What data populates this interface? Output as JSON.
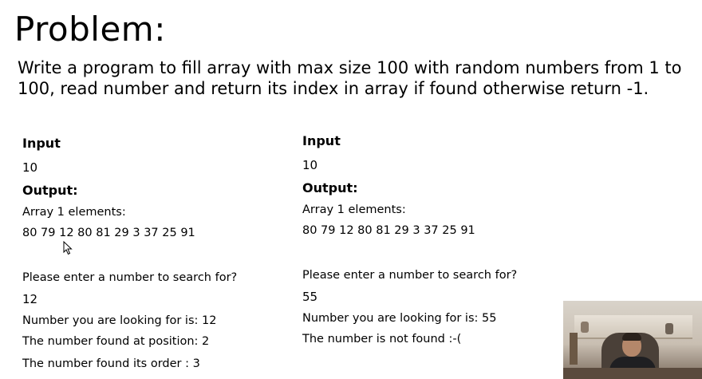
{
  "heading": "Problem:",
  "problem_text": "Write a program to fill array with max size 100 with random numbers from 1 to 100, read number and return its index in array if found otherwise return -1.",
  "left_example": {
    "input_label": "Input",
    "input_value": "10",
    "output_label": "Output:",
    "array_label": "Array 1 elements:",
    "array_values": "80 79 12 80 81 29 3 37 25 91",
    "prompt": "Please enter a number to search for?",
    "entered": "12",
    "looking_for": "Number you are looking for is: 12",
    "position": "The number found at position: 2",
    "order": "The number found its order  : 3"
  },
  "right_example": {
    "input_label": "Input",
    "input_value": "10",
    "output_label": "Output:",
    "array_label": "Array 1 elements:",
    "array_values": "80 79 12 80 81 29 3 37 25 91",
    "prompt": "Please enter a number to search for?",
    "entered": "55",
    "looking_for": "Number you are looking for is: 55",
    "not_found": "The number is not found :-("
  }
}
